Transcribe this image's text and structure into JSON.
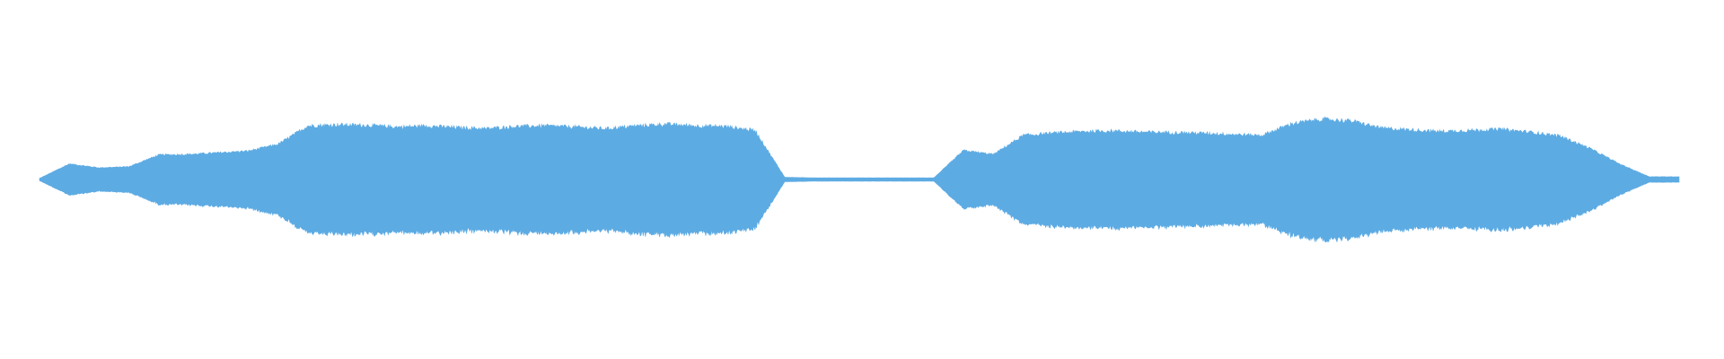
{
  "waveform": {
    "color": "#5dabe3",
    "background": "#ffffff",
    "amplitude_envelope": [
      0.02,
      0.28,
      0.21,
      0.23,
      0.44,
      0.45,
      0.48,
      0.51,
      0.63,
      0.96,
      0.98,
      0.97,
      0.94,
      0.96,
      0.93,
      0.91,
      0.95,
      0.96,
      0.94,
      0.91,
      0.96,
      0.99,
      0.96,
      0.95,
      0.88,
      0.04,
      0.03,
      0.03,
      0.03,
      0.03,
      0.03,
      0.52,
      0.45,
      0.79,
      0.83,
      0.86,
      0.87,
      0.85,
      0.84,
      0.83,
      0.81,
      0.79,
      1.0,
      1.08,
      1.05,
      0.92,
      0.89,
      0.86,
      0.88,
      0.9,
      0.85,
      0.78,
      0.56,
      0.28,
      0.05,
      0.05
    ]
  }
}
